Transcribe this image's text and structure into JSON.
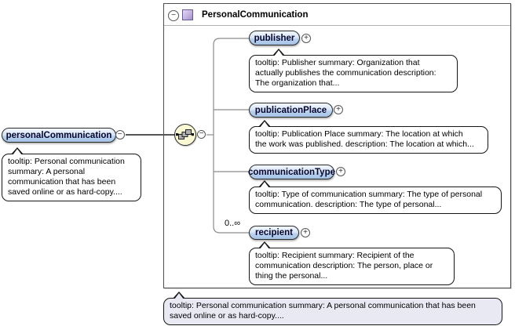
{
  "icons": {
    "collapse": "−",
    "expand": "+"
  },
  "root": {
    "label": "personalCommunication",
    "tooltip": "tooltip: Personal communication\nsummary: A personal\ncommunication that has been\nsaved online or as hard-copy...."
  },
  "complex_type": {
    "title": "PersonalCommunication",
    "footer_tooltip": "tooltip: Personal communication summary: A personal communication that has been\nsaved online or as hard-copy...."
  },
  "children": [
    {
      "label": "publisher",
      "tooltip": "tooltip: Publisher summary: Organization that\nactually publishes the communication description:\nThe organization that..."
    },
    {
      "label": "publicationPlace",
      "tooltip": "tooltip: Publication Place summary: The location at which\nthe work was published. description: The location at which..."
    },
    {
      "label": "communicationType",
      "tooltip": "tooltip: Type of communication summary: The type of personal\ncommunication. description: The type of personal..."
    },
    {
      "label": "recipient",
      "cardinality": "0..∞",
      "tooltip": "tooltip: Recipient summary: Recipient of the\ncommunication description: The person, place or\nthing the personal..."
    }
  ],
  "colors": {
    "pill_fill_top": "#f3f8fe",
    "pill_fill_bottom": "#a4c2e5",
    "sequence_circle_fill": "#fbf9d3",
    "complex_type_icon": "#a18fc9",
    "footer_tooltip_fill": "#e9e9f4",
    "connector": "#8c8c8c"
  }
}
